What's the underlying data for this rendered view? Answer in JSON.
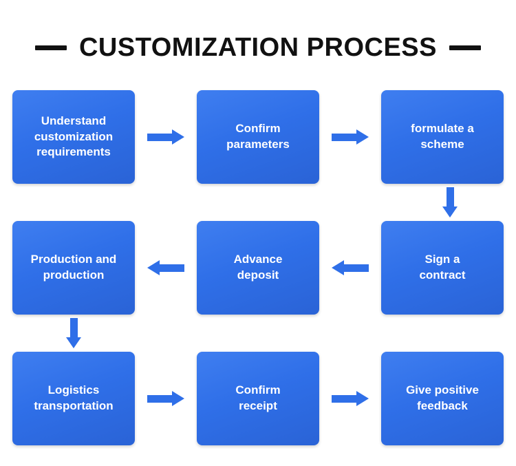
{
  "title": {
    "text": "CUSTOMIZATION PROCESS",
    "left_dash": "—",
    "right_dash": "—"
  },
  "colors": {
    "box_fill": "#2f6fe8",
    "arrow": "#2f6fe8",
    "title": "#111111",
    "background": "#ffffff",
    "box_text": "#ffffff"
  },
  "flow": {
    "rows": [
      {
        "direction": "right",
        "boxes": [
          {
            "line1": "Understand",
            "line2": "customization",
            "line3": "requirements"
          },
          {
            "line1": "Confirm",
            "line2": "parameters",
            "line3": ""
          },
          {
            "line1": "formulate a",
            "line2": "scheme",
            "line3": ""
          }
        ]
      },
      {
        "direction": "left",
        "boxes": [
          {
            "line1": "Production and",
            "line2": "production",
            "line3": ""
          },
          {
            "line1": "Advance",
            "line2": "deposit",
            "line3": ""
          },
          {
            "line1": "Sign a",
            "line2": "contract",
            "line3": ""
          }
        ]
      },
      {
        "direction": "right",
        "boxes": [
          {
            "line1": "Logistics",
            "line2": "transportation",
            "line3": ""
          },
          {
            "line1": "Confirm",
            "line2": "receipt",
            "line3": ""
          },
          {
            "line1": "Give positive",
            "line2": "feedback",
            "line3": ""
          }
        ]
      }
    ]
  }
}
